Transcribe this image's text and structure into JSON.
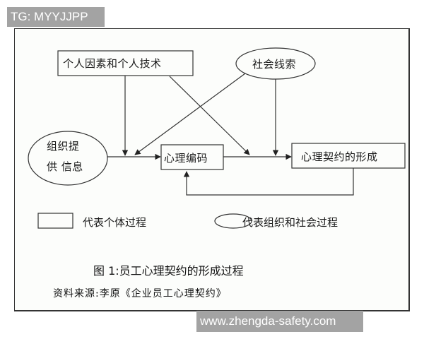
{
  "watermarks": {
    "top_left": "TG: MYYJJPP",
    "bottom_right": "www.zhengda-safety.com"
  },
  "diagram": {
    "nodes": {
      "personal_factors": "个人因素和个人技术",
      "social_cues": "社会线索",
      "org_info_line1": "组织提",
      "org_info_line2": "供 信息",
      "psych_encoding": "心理编码",
      "contract_formation": "心理契约的形成"
    },
    "legend": {
      "rect_label": "代表个体过程",
      "ellipse_label": "代表组织和社会过程"
    },
    "caption": "图 1:员工心理契约的形成过程",
    "source": "资料来源:李原《企业员工心理契约》"
  },
  "colors": {
    "line": "#333333",
    "watermark_bg": "#a3a3a3",
    "watermark_text": "#ffffff"
  }
}
